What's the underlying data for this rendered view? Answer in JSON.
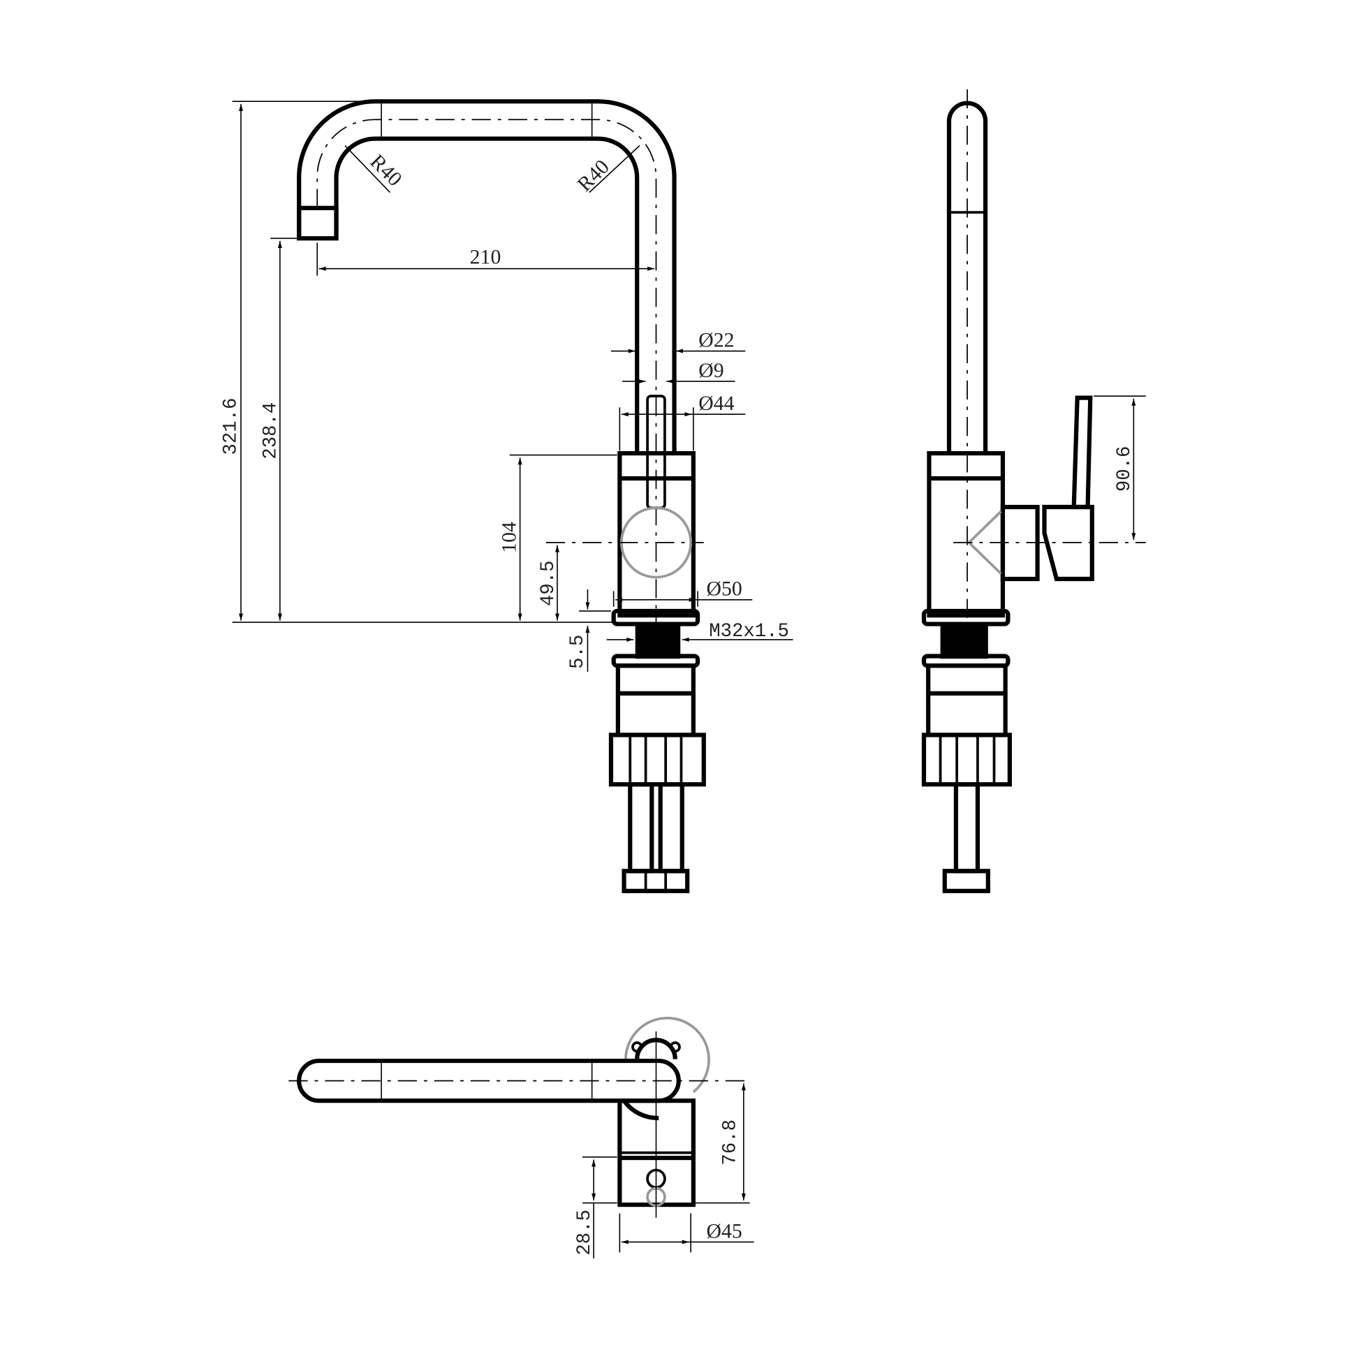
{
  "drawing": {
    "front_view": {
      "dimensions": {
        "overall_height": "321.6",
        "spout_outlet_height": "238.4",
        "spout_reach": "210",
        "bend_radius_left": "R40",
        "bend_radius_right": "R40",
        "spout_diameter": "Ø22",
        "lever_diameter": "Ø9",
        "cap_diameter": "Ø44",
        "body_height": "104",
        "lever_axis_height": "49.5",
        "body_diameter": "Ø50",
        "base_ring_height": "5.5",
        "thread": "M32x1.5"
      }
    },
    "side_view": {
      "dimensions": {
        "lever_height": "90.6"
      }
    },
    "top_view": {
      "dimensions": {
        "body_depth": "76.8",
        "screw_offset": "28.5",
        "base_diameter": "Ø45"
      }
    },
    "line_color": "#000000"
  }
}
